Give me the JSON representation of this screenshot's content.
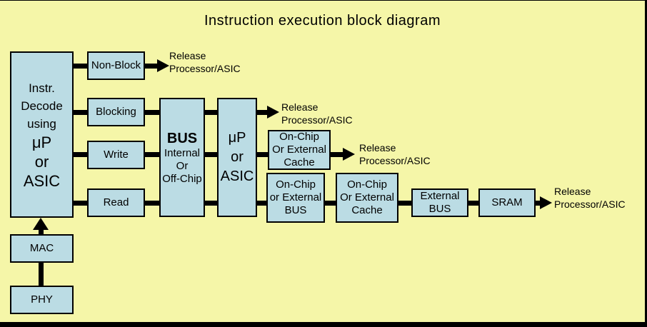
{
  "title": "Instruction execution block diagram",
  "colors": {
    "background": "#F5F6A8",
    "box_fill": "#BBDCE4",
    "line": "#000000"
  },
  "decode_box": {
    "lines": [
      "Instr.",
      "Decode",
      "using",
      "μP",
      "or",
      "ASIC"
    ]
  },
  "boxes": {
    "non_block": "Non-Block",
    "blocking": "Blocking",
    "write": "Write",
    "read": "Read",
    "bus": {
      "title": "BUS",
      "subtitle": "Internal\nOr\nOff-Chip"
    },
    "up_asic": {
      "lines": [
        "μP",
        "or",
        "ASIC"
      ]
    },
    "cache_top": "On-Chip\nOr External\nCache",
    "onchip_bus": "On-Chip\nor External\nBUS",
    "cache_bottom": "On-Chip\nOr External\nCache",
    "external_bus": "External\nBUS",
    "sram": "SRAM",
    "mac": "MAC",
    "phy": "PHY"
  },
  "release_labels": [
    "Release\nProcessor/ASIC",
    "Release\nProcessor/ASIC",
    "Release\nProcessor/ASIC",
    "Release\nProcessor/ASIC"
  ]
}
